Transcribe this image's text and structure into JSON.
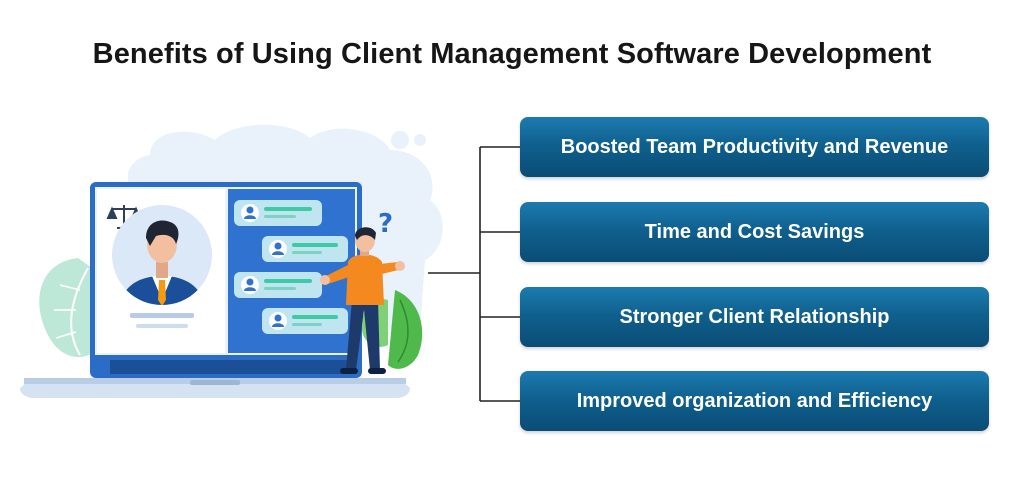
{
  "title": "Benefits of Using Client Management Software Development",
  "benefits": [
    {
      "label": "Boosted Team Productivity and Revenue"
    },
    {
      "label": "Time and Cost Savings"
    },
    {
      "label": "Stronger Client Relationship"
    },
    {
      "label": "Improved organization and Efficiency"
    }
  ],
  "colors": {
    "box_top": "#1c7bb0",
    "box_bottom": "#0a4d75",
    "laptop": "#2b6cc4",
    "accent_green": "#3ec9a7",
    "person_shirt": "#f4891f"
  },
  "icons": [
    "scales-icon",
    "question-mark-icon",
    "avatar-icon",
    "leaf-icon"
  ]
}
